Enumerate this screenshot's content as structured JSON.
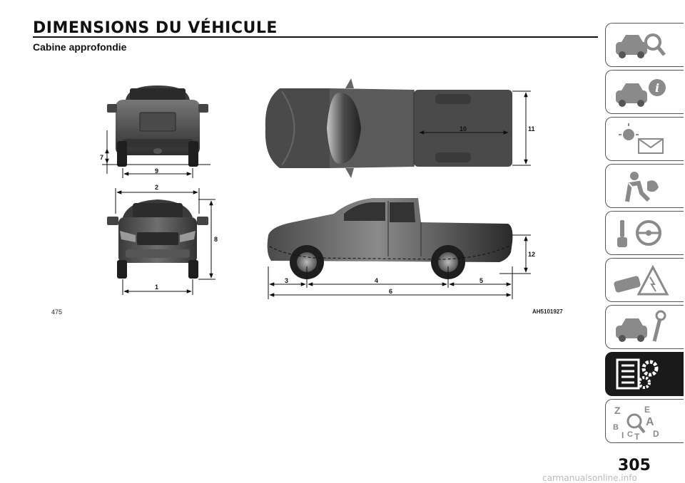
{
  "header": {
    "title": "DIMENSIONS DU VÉHICULE",
    "subtitle": "Cabine approfondie"
  },
  "figure": {
    "number": "475",
    "code": "AH5101927",
    "callouts": {
      "c1": "1",
      "c2": "2",
      "c3": "3",
      "c4": "4",
      "c5": "5",
      "c6": "6",
      "c7": "7",
      "c8": "8",
      "c9": "9",
      "c10": "10",
      "c11": "11",
      "c12": "12"
    }
  },
  "page_number": "305",
  "watermark": "carmanualsonline.info",
  "side_tabs": [
    {
      "icon": "car-magnifier-icon",
      "active": false
    },
    {
      "icon": "car-info-icon",
      "active": false
    },
    {
      "icon": "warning-light-message-icon",
      "active": false
    },
    {
      "icon": "seatbelt-airbag-icon",
      "active": false
    },
    {
      "icon": "steering-wheel-key-icon",
      "active": false
    },
    {
      "icon": "car-accident-warning-icon",
      "active": false
    },
    {
      "icon": "car-wrench-icon",
      "active": false
    },
    {
      "icon": "specs-gears-icon",
      "active": true
    },
    {
      "icon": "alphabetical-index-icon",
      "active": false
    }
  ],
  "colors": {
    "vehicle_dark": "#3a3a3a",
    "vehicle_mid": "#6a6a6a",
    "vehicle_light": "#9a9a9a",
    "active_tab": "#1a1a1a",
    "icon_gray": "#8a8a8a"
  }
}
